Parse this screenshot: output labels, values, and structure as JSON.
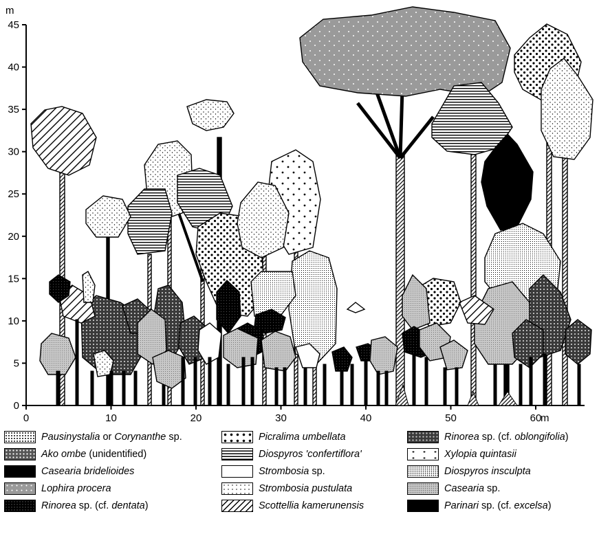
{
  "axes": {
    "y_unit": "m",
    "x_unit": "m",
    "y_ticks": [
      "0",
      "5",
      "10",
      "15",
      "20",
      "25",
      "30",
      "35",
      "40",
      "45"
    ],
    "x_ticks": [
      "0",
      "10",
      "20",
      "30",
      "40",
      "50",
      "60"
    ]
  },
  "legend": [
    {
      "pattern": "pausinystalia",
      "parts": [
        {
          "t": "Pausinystalia",
          "i": true
        },
        {
          "t": " or ",
          "i": false
        },
        {
          "t": "Corynanthe",
          "i": true
        },
        {
          "t": " sp.",
          "i": false
        }
      ]
    },
    {
      "pattern": "picralima",
      "parts": [
        {
          "t": "Picralima umbellata",
          "i": true
        }
      ]
    },
    {
      "pattern": "rinorea-obl",
      "parts": [
        {
          "t": "Rinorea",
          "i": true
        },
        {
          "t": " sp. (cf. ",
          "i": false
        },
        {
          "t": "oblongifolia",
          "i": true
        },
        {
          "t": ")",
          "i": false
        }
      ]
    },
    {
      "pattern": "ako",
      "parts": [
        {
          "t": "Ako ombe",
          "i": true
        },
        {
          "t": " (unidentified)",
          "i": false
        }
      ]
    },
    {
      "pattern": "diospyros-conf",
      "parts": [
        {
          "t": "Diospyros 'confertiflora'",
          "i": true
        }
      ]
    },
    {
      "pattern": "xylopia",
      "parts": [
        {
          "t": "Xylopia quintasii",
          "i": true
        }
      ]
    },
    {
      "pattern": "casearia-brid",
      "parts": [
        {
          "t": "Casearia bridelioides",
          "i": true
        }
      ]
    },
    {
      "pattern": "strombosia",
      "parts": [
        {
          "t": "Strombosia",
          "i": true
        },
        {
          "t": " sp.",
          "i": false
        }
      ]
    },
    {
      "pattern": "diospyros-ins",
      "parts": [
        {
          "t": "Diospyros insculpta",
          "i": true
        }
      ]
    },
    {
      "pattern": "lophira",
      "parts": [
        {
          "t": "Lophira procera",
          "i": true
        }
      ]
    },
    {
      "pattern": "strombosia-pus",
      "parts": [
        {
          "t": "Strombosia pustulata",
          "i": true
        }
      ]
    },
    {
      "pattern": "casearia",
      "parts": [
        {
          "t": "Casearia",
          "i": true
        },
        {
          "t": " sp.",
          "i": false
        }
      ]
    },
    {
      "pattern": "rinorea-den",
      "parts": [
        {
          "t": "Rinorea",
          "i": true
        },
        {
          "t": " sp. (cf. ",
          "i": false
        },
        {
          "t": "dentata",
          "i": true
        },
        {
          "t": ")",
          "i": false
        }
      ]
    },
    {
      "pattern": "scottellia",
      "parts": [
        {
          "t": "Scottellia kamerunensis",
          "i": true
        }
      ]
    },
    {
      "pattern": "parinari",
      "parts": [
        {
          "t": "Parinari",
          "i": true
        },
        {
          "t": " sp. (cf. ",
          "i": false
        },
        {
          "t": "excelsa",
          "i": true
        },
        {
          "t": ")",
          "i": false
        }
      ]
    }
  ]
}
